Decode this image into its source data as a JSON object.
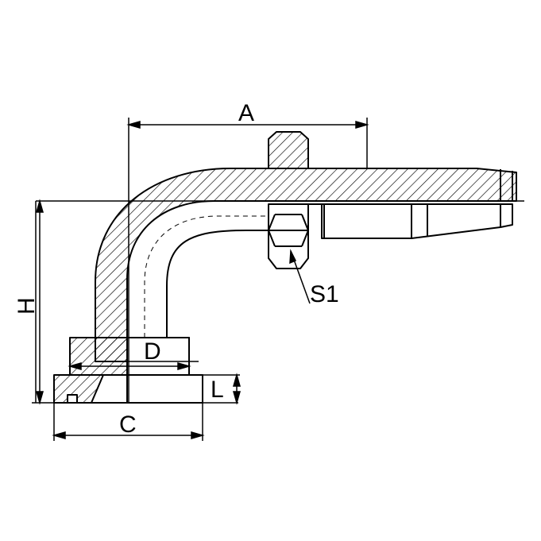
{
  "diagram": {
    "labels": {
      "A": "A",
      "H": "H",
      "D": "D",
      "C": "C",
      "L": "L",
      "S1": "S1"
    }
  }
}
